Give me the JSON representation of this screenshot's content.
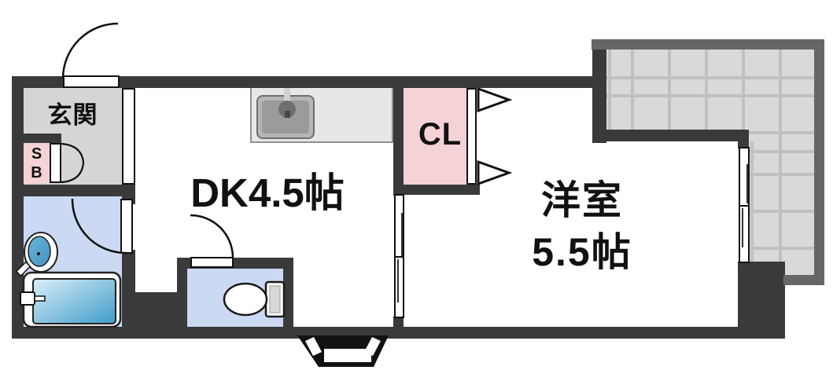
{
  "title": "1DK floor plan",
  "rooms": {
    "genkan": {
      "label": "玄関"
    },
    "shoe_box": {
      "lines": [
        "S",
        "B"
      ]
    },
    "dining_kitchen": {
      "label": "DK4.5帖"
    },
    "closet": {
      "label": "CL"
    },
    "western_room": {
      "lines": [
        "洋室",
        "5.5帖"
      ]
    }
  },
  "fixtures": [
    "entrance-door",
    "shoebox-double-door",
    "wash-basin",
    "bathtub",
    "bathroom-door",
    "toilet",
    "toilet-door",
    "kitchen-sink",
    "bay-window",
    "sliding-door",
    "closet-folding-door",
    "balcony",
    "balcony-sliding-window"
  ],
  "colors": {
    "wall": "#3a3a3a",
    "outer_wall": "#666666",
    "room_pink": "#f5d2d5",
    "room_blue": "#ccd9f2",
    "genkan_gray": "#d5d5d5",
    "tile_gray": "#d9d9d9",
    "tile_line": "#c0c0c0",
    "water_blue": "#4f9fc8",
    "text": "#111111"
  }
}
